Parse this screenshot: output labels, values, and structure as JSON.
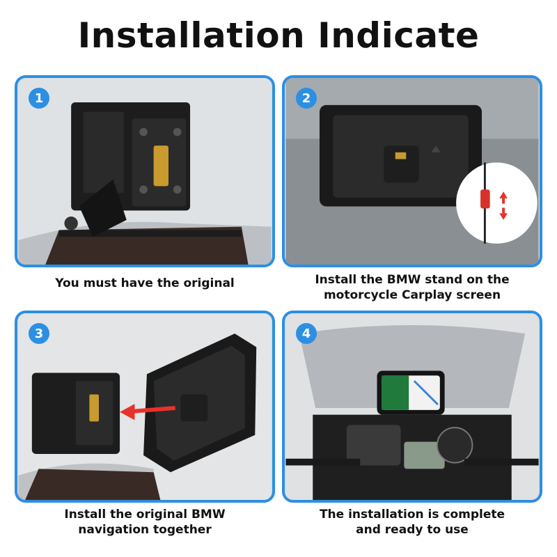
{
  "title": "Installation Indicate",
  "steps": [
    {
      "number": "1",
      "caption_line1": "You must have the original",
      "caption_line2": ""
    },
    {
      "number": "2",
      "caption_line1": "Install the BMW stand on the",
      "caption_line2": "motorcycle Carplay screen"
    },
    {
      "number": "3",
      "caption_line1": "Install the original BMW",
      "caption_line2": "navigation together"
    },
    {
      "number": "4",
      "caption_line1": "The installation is complete",
      "caption_line2": "and ready to use"
    }
  ],
  "colors": {
    "accent": "#2c8fe3",
    "arrow": "#e8312a",
    "text": "#111111"
  }
}
